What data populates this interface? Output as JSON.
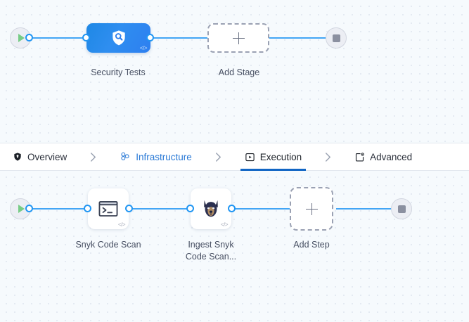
{
  "colors": {
    "canvas_bg": "#f6fafd",
    "grid_dot": "#dfe6ef",
    "wire": "#42a5f5",
    "connector_dot": "#2196f3",
    "stage_blue": "#2d7ff0",
    "active_tab_underline": "#1266c4",
    "link_tab": "#2979d6",
    "caption_text": "#474f62",
    "play_green": "#77cc86",
    "stop_gray": "#8b90a0",
    "dashed_border": "#9aa1b3"
  },
  "stage_graph": {
    "name": "pipeline-stages",
    "start_node": {
      "icon": "play-icon",
      "label": ""
    },
    "end_node": {
      "icon": "stop-icon",
      "label": ""
    },
    "nodes": [
      {
        "id": "security-tests",
        "label": "Security Tests",
        "icon": "shield-search-icon",
        "badge": "</>",
        "type": "stage"
      },
      {
        "id": "add-stage",
        "label": "Add Stage",
        "icon": "plus-icon",
        "type": "add"
      }
    ]
  },
  "tabs": {
    "name": "pipeline-config-tabs",
    "separator": "›",
    "items": [
      {
        "id": "overview",
        "label": "Overview",
        "icon": "shield-icon",
        "state": "default"
      },
      {
        "id": "infrastructure",
        "label": "Infrastructure",
        "icon": "cluster-nodes-icon",
        "state": "link"
      },
      {
        "id": "execution",
        "label": "Execution",
        "icon": "play-box-icon",
        "state": "active"
      },
      {
        "id": "advanced",
        "label": "Advanced",
        "icon": "card-gear-icon",
        "state": "default"
      }
    ]
  },
  "step_graph": {
    "name": "execution-steps",
    "start_node": {
      "icon": "play-icon",
      "label": ""
    },
    "end_node": {
      "icon": "stop-icon",
      "label": ""
    },
    "nodes": [
      {
        "id": "snyk-code-scan",
        "label": "Snyk Code Scan",
        "icon": "terminal-icon",
        "badge": "</>",
        "type": "step"
      },
      {
        "id": "ingest-snyk-code-scan",
        "label": "Ingest Snyk\nCode Scan...",
        "icon": "doberman-icon",
        "badge": "</>",
        "type": "step"
      },
      {
        "id": "add-step",
        "label": "Add Step",
        "icon": "plus-icon",
        "type": "add"
      }
    ]
  }
}
